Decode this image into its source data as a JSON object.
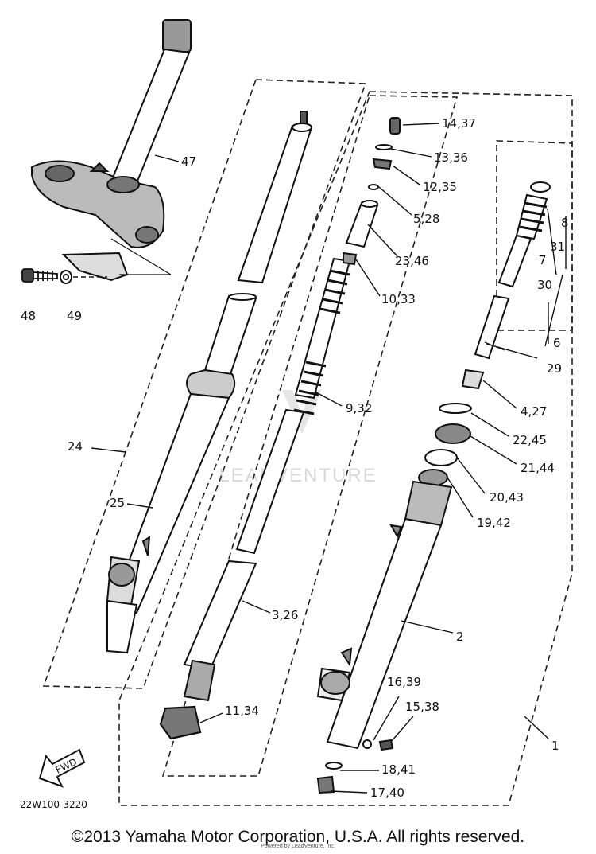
{
  "diagram": {
    "part_labels": {
      "p47": "47",
      "p48": "48",
      "p49": "49",
      "p24": "24",
      "p25": "25",
      "p3_26": "3,26",
      "p11_34": "11,34",
      "p14_37": "14,37",
      "p13_36": "13,36",
      "p12_35": "12,35",
      "p5_28": "5,28",
      "p23_46": "23,46",
      "p10_33": "10,33",
      "p9_32": "9,32",
      "p8": "8",
      "p31": "31",
      "p7": "7",
      "p30": "30",
      "p6": "6",
      "p29": "29",
      "p4_27": "4,27",
      "p22_45": "22,45",
      "p21_44": "21,44",
      "p20_43": "20,43",
      "p19_42": "19,42",
      "p2": "2",
      "p16_39": "16,39",
      "p15_38": "15,38",
      "p18_41": "18,41",
      "p17_40": "17,40",
      "p1": "1"
    },
    "fwd_mark": "FWD",
    "drawing_code": "22W100-3220",
    "watermark": "LEADVENTURE"
  },
  "footer": {
    "copyright": "©2013 Yamaha Motor Corporation, U.S.A. All rights reserved.",
    "overlay": "Powered by LeadVenture, Inc."
  }
}
